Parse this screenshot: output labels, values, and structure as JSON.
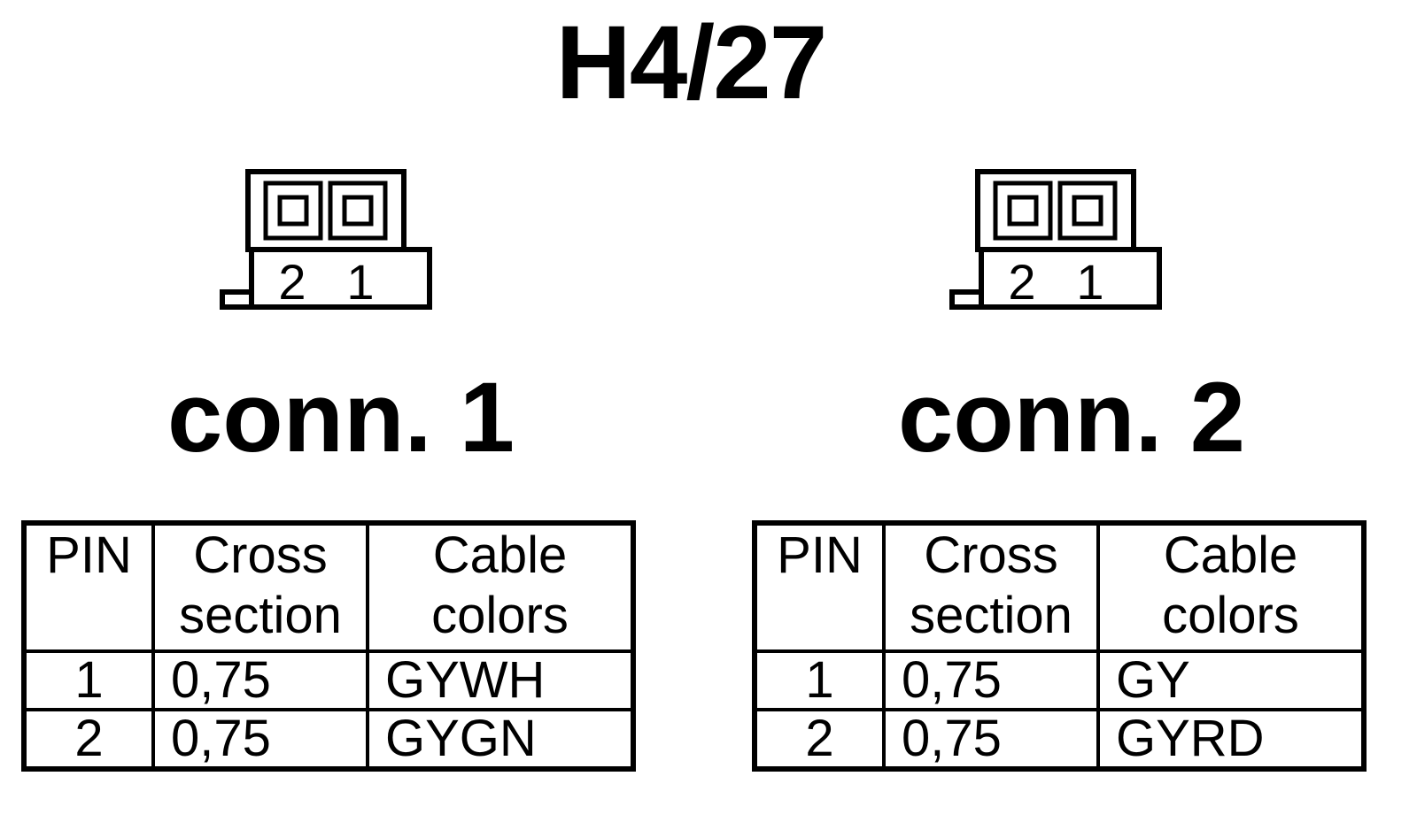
{
  "title": "H4/27",
  "connectors": [
    {
      "label": "conn. 1",
      "pin_numbers": [
        "2",
        "1"
      ],
      "table": {
        "headers": {
          "pin": "PIN",
          "cross_line1": "Cross",
          "cross_line2": "section",
          "colors_line1": "Cable",
          "colors_line2": "colors"
        },
        "rows": [
          {
            "pin": "1",
            "cross_section": "0,75",
            "cable_colors": "GYWH"
          },
          {
            "pin": "2",
            "cross_section": "0,75",
            "cable_colors": "GYGN"
          }
        ]
      }
    },
    {
      "label": "conn. 2",
      "pin_numbers": [
        "2",
        "1"
      ],
      "table": {
        "headers": {
          "pin": "PIN",
          "cross_line1": "Cross",
          "cross_line2": "section",
          "colors_line1": "Cable",
          "colors_line2": "colors"
        },
        "rows": [
          {
            "pin": "1",
            "cross_section": "0,75",
            "cable_colors": "GY"
          },
          {
            "pin": "2",
            "cross_section": "0,75",
            "cable_colors": "GYRD"
          }
        ]
      }
    }
  ]
}
